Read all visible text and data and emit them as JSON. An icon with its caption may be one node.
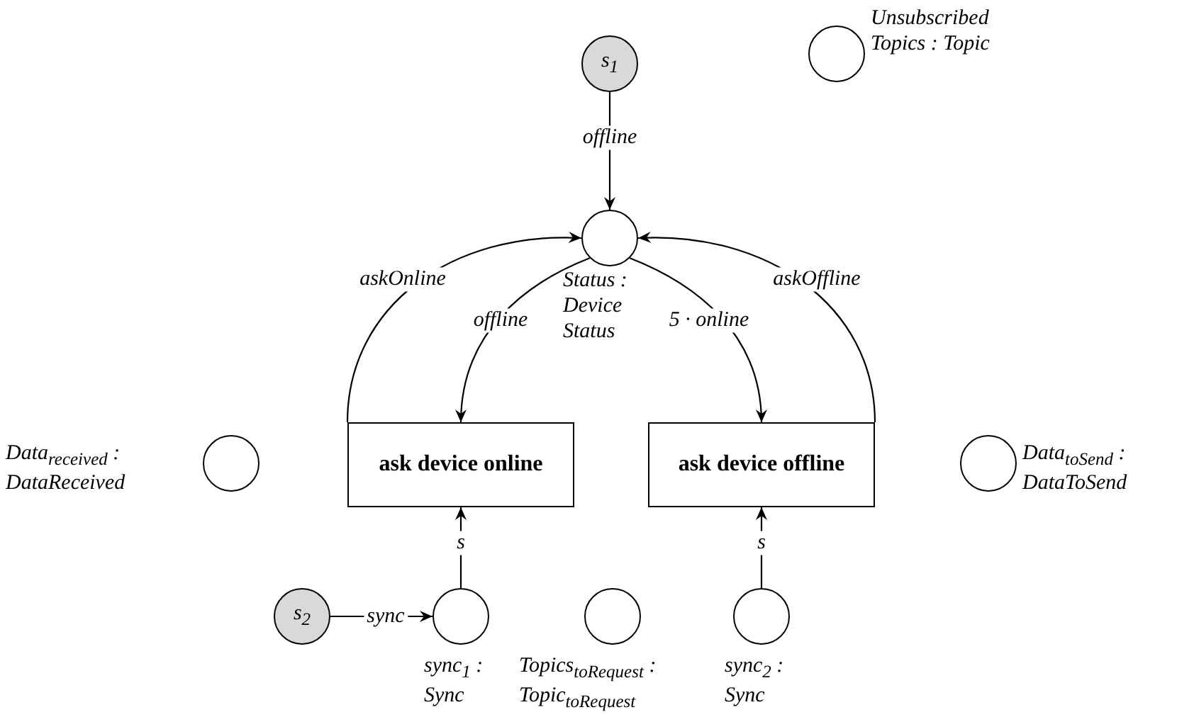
{
  "diagram": {
    "nodes": [
      {
        "text": [
          "s$_{1}$"
        ]
      },
      {
        "text": [],
        "shape": "circle",
        "beside": [
          "Unsubscribed Topics : Topic"
        ]
      },
      {
        "text": [],
        "shape": "circle",
        "beside": [
          "Status : Device Status"
        ]
      },
      {
        "text": [],
        "shape": "circle",
        "beside": [
          "Data$_{received}$ : DataReceived"
        ]
      },
      {
        "text": [
          "ask device online"
        ]
      },
      {
        "text": [
          "ask device offline"
        ]
      },
      {
        "text": [],
        "shape": "circle",
        "beside": [
          "Data$_{toSend}$ : DataToSend"
        ]
      },
      {
        "text": [
          "s$_{2}$"
        ]
      },
      {
        "text": [],
        "shape": "circle",
        "beside": [
          "sync$_{1}$ : Sync"
        ]
      },
      {
        "text": [],
        "shape": "circle",
        "beside": [
          "Topics$_{toRequest}$ : Topic$_{toRequest}$"
        ]
      },
      {
        "text": [],
        "shape": "circle",
        "beside": [
          "sync$_{2}$ : Sync"
        ]
      }
    ],
    "edges": [
      {
        "from": 0,
        "to": 2,
        "arrow": "to",
        "label": "offline"
      },
      {
        "from": 4,
        "to": 2,
        "arrow": "to",
        "label": "askOnline"
      },
      {
        "from": 5,
        "to": 2,
        "arrow": "to",
        "label": "askOffline"
      },
      {
        "from": 2,
        "to": 4,
        "arrow": "to",
        "label": "offline"
      },
      {
        "from": 2,
        "to": 5,
        "arrow": "to",
        "label": "5 · online"
      },
      {
        "from": 8,
        "to": 4,
        "arrow": "to",
        "label": "s"
      },
      {
        "from": 10,
        "to": 5,
        "arrow": "to",
        "label": "s"
      },
      {
        "from": 7,
        "to": 8,
        "arrow": "to",
        "label": "sync"
      }
    ]
  }
}
